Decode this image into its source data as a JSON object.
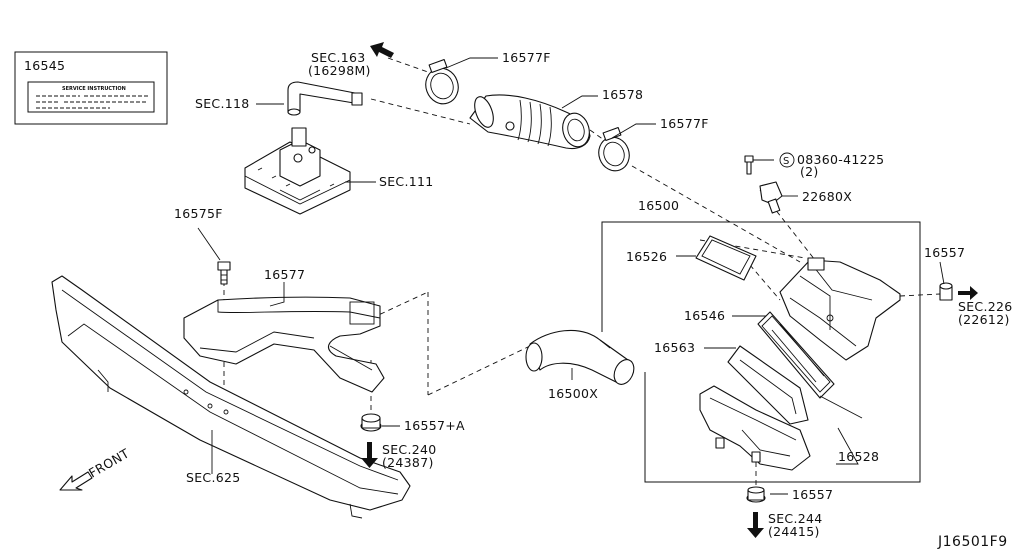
{
  "diagram": {
    "reference_code": "J16501F9",
    "front_label": "FRONT",
    "label_box": {
      "part_no": "16545",
      "caption": "SERVICE INSTRUCTION"
    },
    "callouts": [
      {
        "id": "16577F_top",
        "text": "16577F"
      },
      {
        "id": "16578",
        "text": "16578"
      },
      {
        "id": "16577F_mid",
        "text": "16577F"
      },
      {
        "id": "sec163",
        "text": "SEC.163"
      },
      {
        "id": "sec163_sub",
        "text": "(16298M)"
      },
      {
        "id": "sec118",
        "text": "SEC.118"
      },
      {
        "id": "sec111",
        "text": "SEC.111"
      },
      {
        "id": "bolt",
        "text": "08360-41225"
      },
      {
        "id": "bolt_qty",
        "text": "(2)"
      },
      {
        "id": "22680X",
        "text": "22680X"
      },
      {
        "id": "16500",
        "text": "16500"
      },
      {
        "id": "16526",
        "text": "16526"
      },
      {
        "id": "16557_right",
        "text": "16557"
      },
      {
        "id": "sec226",
        "text": "SEC.226"
      },
      {
        "id": "sec226_sub",
        "text": "(22612)"
      },
      {
        "id": "16546",
        "text": "16546"
      },
      {
        "id": "16563",
        "text": "16563"
      },
      {
        "id": "16500X",
        "text": "16500X"
      },
      {
        "id": "16528",
        "text": "16528"
      },
      {
        "id": "16557_bottom",
        "text": "16557"
      },
      {
        "id": "sec244",
        "text": "SEC.244"
      },
      {
        "id": "sec244_sub",
        "text": "(24415)"
      },
      {
        "id": "16575F",
        "text": "16575F"
      },
      {
        "id": "16577",
        "text": "16577"
      },
      {
        "id": "16557A",
        "text": "16557+A"
      },
      {
        "id": "sec240",
        "text": "SEC.240"
      },
      {
        "id": "sec240_sub",
        "text": "(24387)"
      },
      {
        "id": "sec625",
        "text": "SEC.625"
      }
    ]
  }
}
